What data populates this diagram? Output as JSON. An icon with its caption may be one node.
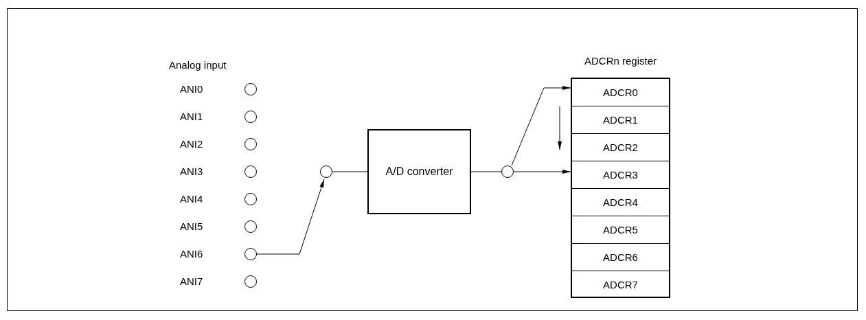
{
  "diagram": {
    "nodes": [
      {
        "text": [
          "ANI0"
        ]
      },
      {
        "text": [
          "ANI1"
        ]
      },
      {
        "text": [
          "ANI2"
        ]
      },
      {
        "text": [
          "ANI3"
        ]
      },
      {
        "text": [
          "ANI4"
        ]
      },
      {
        "text": [
          "ANI5"
        ]
      },
      {
        "text": [
          "ANI6"
        ]
      },
      {
        "text": [
          "ANI7"
        ]
      },
      {
        "text": [],
        "shape": "circle"
      },
      {
        "text": [
          "A/D converter"
        ]
      },
      {
        "text": [],
        "shape": "circle"
      },
      {
        "text": [
          "ADCRn register"
        ]
      },
      {
        "text": [
          "ADCR0"
        ],
        "in": 11
      },
      {
        "text": [
          "ADCR1"
        ],
        "in": 11
      },
      {
        "text": [
          "ADCR2"
        ],
        "in": 11
      },
      {
        "text": [
          "ADCR3"
        ],
        "in": 11
      },
      {
        "text": [
          "ADCR4"
        ],
        "in": 11
      },
      {
        "text": [
          "ADCR5"
        ],
        "in": 11
      },
      {
        "text": [
          "ADCR6"
        ],
        "in": 11
      },
      {
        "text": [
          "ADCR7"
        ],
        "in": 11
      }
    ],
    "edges": [
      {
        "from": 6,
        "to": 8,
        "arrow": "to"
      },
      {
        "from": 8,
        "to": 9,
        "arrow": "none"
      },
      {
        "from": 9,
        "to": 10,
        "arrow": "none"
      },
      {
        "from": 10,
        "to": 12,
        "arrow": "to"
      },
      {
        "from": 10,
        "to": 15,
        "arrow": "to"
      }
    ],
    "labels": [
      "Analog input"
    ]
  }
}
